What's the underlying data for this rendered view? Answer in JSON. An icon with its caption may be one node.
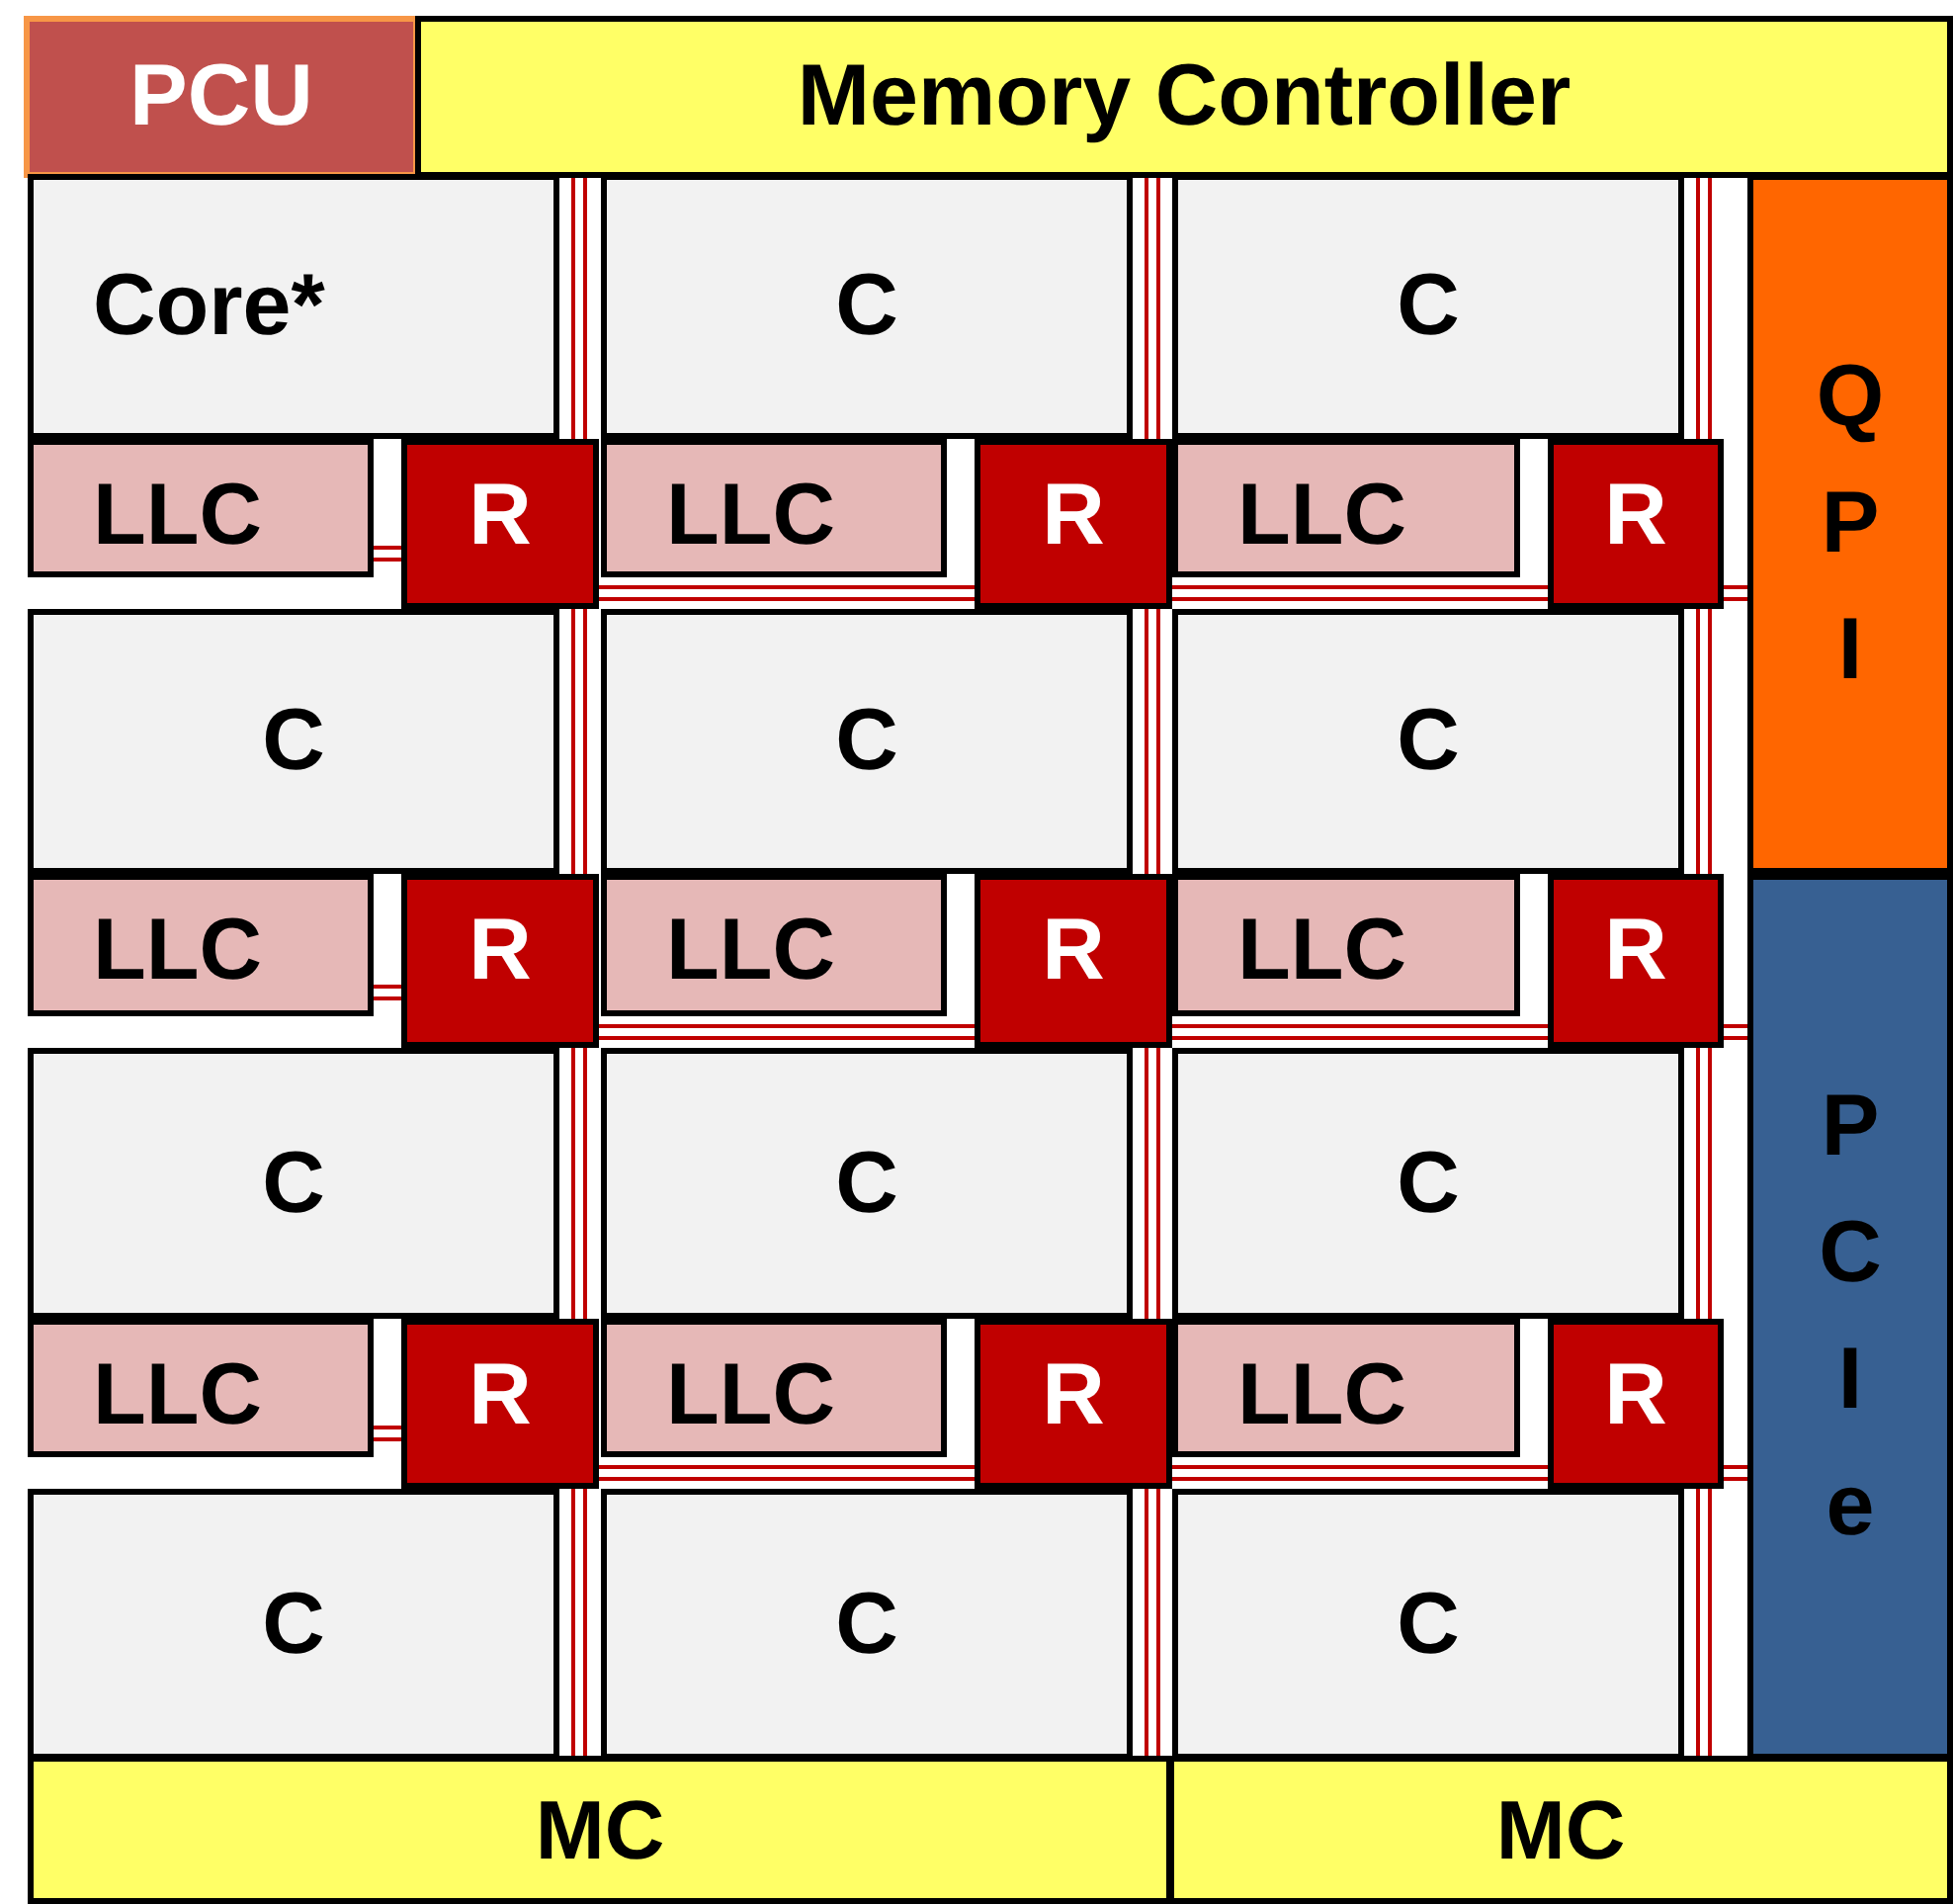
{
  "diagram": {
    "nodes": [
      {
        "text": [
          "PCU"
        ]
      },
      {
        "text": [
          "Memory Controller"
        ]
      },
      {
        "text": [
          "Core*"
        ]
      },
      {
        "text": [
          "C"
        ]
      },
      {
        "text": [
          "C"
        ]
      },
      {
        "text": [
          "Q P I"
        ]
      },
      {
        "text": [
          "LLC"
        ]
      },
      {
        "text": [
          "R"
        ]
      },
      {
        "text": [
          "LLC"
        ]
      },
      {
        "text": [
          "R"
        ]
      },
      {
        "text": [
          "LLC"
        ]
      },
      {
        "text": [
          "R"
        ]
      },
      {
        "text": [
          "C"
        ]
      },
      {
        "text": [
          "C"
        ]
      },
      {
        "text": [
          "C"
        ]
      },
      {
        "text": [
          "LLC"
        ]
      },
      {
        "text": [
          "R"
        ]
      },
      {
        "text": [
          "LLC"
        ]
      },
      {
        "text": [
          "R"
        ]
      },
      {
        "text": [
          "LLC"
        ]
      },
      {
        "text": [
          "R"
        ]
      },
      {
        "text": [
          "P C I e"
        ]
      },
      {
        "text": [
          "C"
        ]
      },
      {
        "text": [
          "C"
        ]
      },
      {
        "text": [
          "C"
        ]
      },
      {
        "text": [
          "LLC"
        ]
      },
      {
        "text": [
          "R"
        ]
      },
      {
        "text": [
          "LLC"
        ]
      },
      {
        "text": [
          "R"
        ]
      },
      {
        "text": [
          "LLC"
        ]
      },
      {
        "text": [
          "R"
        ]
      },
      {
        "text": [
          "C"
        ]
      },
      {
        "text": [
          "C"
        ]
      },
      {
        "text": [
          "C"
        ]
      },
      {
        "text": [
          "MC"
        ]
      },
      {
        "text": [
          "MC"
        ]
      }
    ],
    "edges": [
      {
        "from": 1,
        "to": 7,
        "arrow": "none"
      },
      {
        "from": 1,
        "to": 9,
        "arrow": "none"
      },
      {
        "from": 1,
        "to": 11,
        "arrow": "none"
      },
      {
        "from": 6,
        "to": 7,
        "arrow": "none"
      },
      {
        "from": 7,
        "to": 9,
        "arrow": "none"
      },
      {
        "from": 9,
        "to": 11,
        "arrow": "none"
      },
      {
        "from": 11,
        "to": 5,
        "arrow": "none"
      },
      {
        "from": 7,
        "to": 16,
        "arrow": "none"
      },
      {
        "from": 9,
        "to": 18,
        "arrow": "none"
      },
      {
        "from": 11,
        "to": 20,
        "arrow": "none"
      },
      {
        "from": 15,
        "to": 16,
        "arrow": "none"
      },
      {
        "from": 16,
        "to": 18,
        "arrow": "none"
      },
      {
        "from": 18,
        "to": 20,
        "arrow": "none"
      },
      {
        "from": 20,
        "to": 21,
        "arrow": "none"
      },
      {
        "from": 16,
        "to": 26,
        "arrow": "none"
      },
      {
        "from": 18,
        "to": 28,
        "arrow": "none"
      },
      {
        "from": 20,
        "to": 30,
        "arrow": "none"
      },
      {
        "from": 25,
        "to": 26,
        "arrow": "none"
      },
      {
        "from": 26,
        "to": 28,
        "arrow": "none"
      },
      {
        "from": 28,
        "to": 30,
        "arrow": "none"
      },
      {
        "from": 30,
        "to": 21,
        "arrow": "none"
      },
      {
        "from": 26,
        "to": 34,
        "arrow": "none"
      },
      {
        "from": 28,
        "to": 34,
        "arrow": "none"
      },
      {
        "from": 30,
        "to": 35,
        "arrow": "none"
      }
    ]
  }
}
